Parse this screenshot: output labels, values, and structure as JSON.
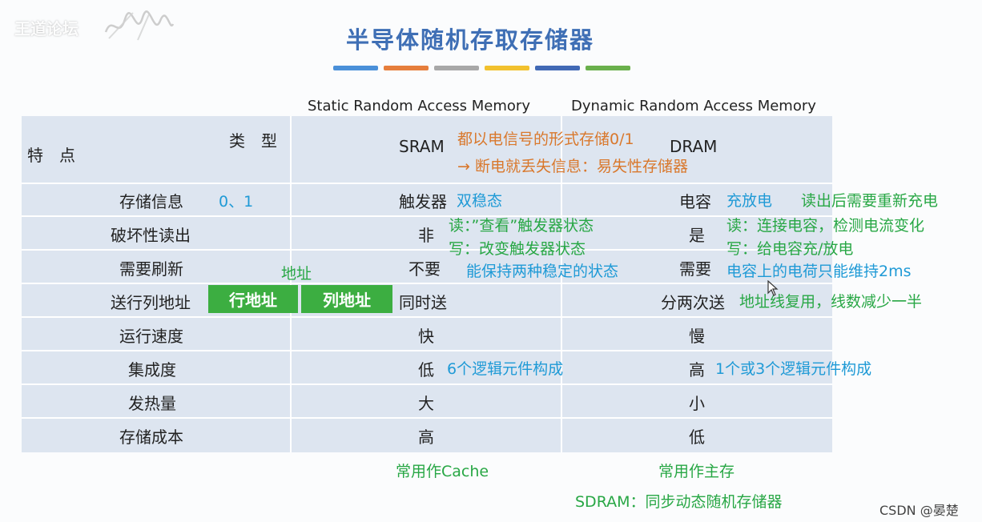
{
  "watermark": "王道论坛",
  "title": "半导体随机存取存储器",
  "title_bar_colors": [
    "#4a90d9",
    "#e67e3c",
    "#a8a8a8",
    "#f2c12e",
    "#4169b5",
    "#6ab04c"
  ],
  "columns": {
    "sram_full": "Static Random Access Memory",
    "dram_full": "Dynamic Random Access Memory"
  },
  "header": {
    "left_label": "特　点",
    "type_label": "类　型",
    "sram": "SRAM",
    "dram": "DRAM",
    "shared_note_1": "都以电信号的形式存储0/1",
    "shared_note_2": "→ 断电就丢失信息：易失性存储器"
  },
  "rows": [
    {
      "label": "存储信息",
      "left_note": "0、1",
      "sram": "触发器",
      "sram_note": "双稳态",
      "dram": "电容",
      "dram_note": "充放电",
      "dram_note2": "读出后需要重新充电"
    },
    {
      "label": "破坏性读出",
      "sram": "非",
      "sram_note": "读：”查看”触发器状态",
      "sram_note2": "写：改变触发器状态",
      "dram": "是",
      "dram_note": "读：连接电容，检测电流变化",
      "dram_note2": "写：给电容充/放电"
    },
    {
      "label": "需要刷新",
      "left_note": "地址",
      "sram": "不要",
      "sram_note": "能保持两种稳定的状态",
      "dram": "需要",
      "dram_note": "电容上的电荷只能维持2ms"
    },
    {
      "label": "送行列地址",
      "row_addr": "行地址",
      "col_addr": "列地址",
      "sram": "同时送",
      "dram": "分两次送",
      "dram_note": "地址线复用，线数减少一半"
    },
    {
      "label": "运行速度",
      "sram": "快",
      "dram": "慢"
    },
    {
      "label": "集成度",
      "sram": "低",
      "sram_note": "6个逻辑元件构成",
      "dram": "高",
      "dram_note": "1个或3个逻辑元件构成"
    },
    {
      "label": "发热量",
      "sram": "大",
      "dram": "小"
    },
    {
      "label": "存储成本",
      "sram": "高",
      "dram": "低"
    }
  ],
  "usage": {
    "sram": "常用作Cache",
    "dram": "常用作主存",
    "sdram": "SDRAM：同步动态随机存储器"
  },
  "footer_brand": "CSDN @晏楚"
}
